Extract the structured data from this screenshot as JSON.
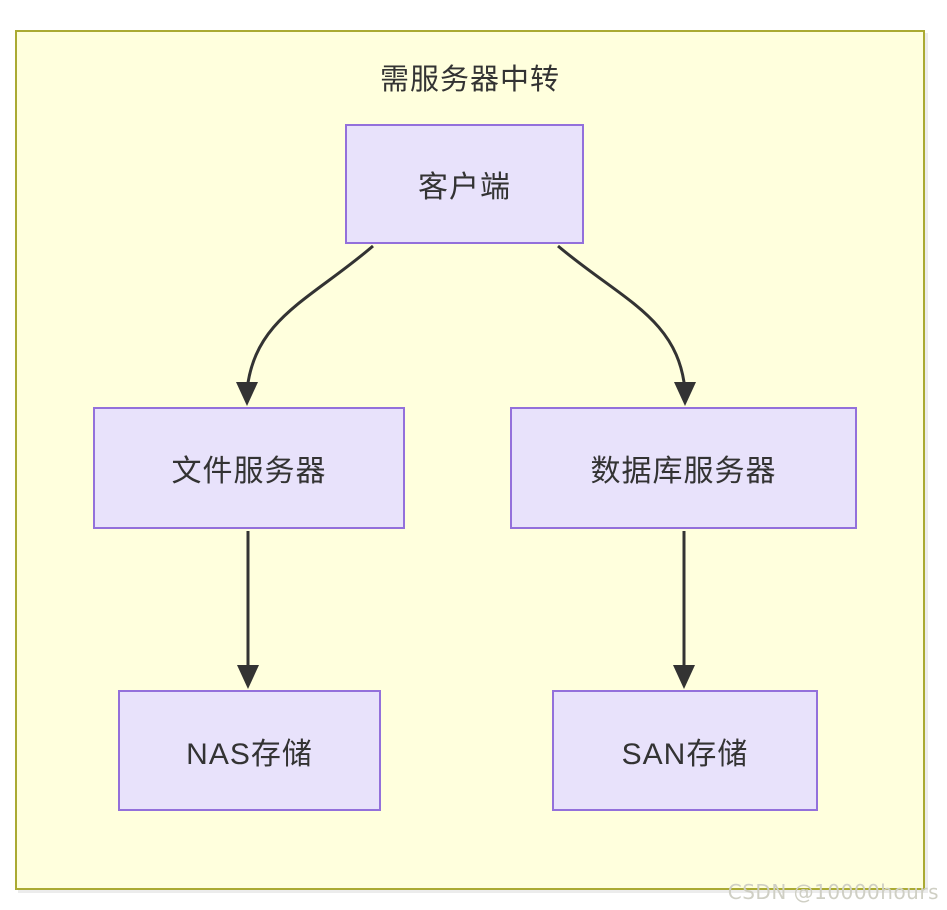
{
  "diagram": {
    "title": "需服务器中转",
    "background": "#ffffdd",
    "frame_border_color": "#aaaa33",
    "node_fill": "#e8e2fb",
    "node_border": "#9370db",
    "edge_color": "#333333",
    "text_color": "#333333",
    "nodes": [
      {
        "id": "client",
        "label": "客户端"
      },
      {
        "id": "fileserv",
        "label": "文件服务器"
      },
      {
        "id": "dbserv",
        "label": "数据库服务器"
      },
      {
        "id": "nas",
        "label": "NAS存储"
      },
      {
        "id": "san",
        "label": "SAN存储"
      }
    ],
    "edges": [
      {
        "from": "client",
        "to": "fileserv",
        "label": "",
        "style": "curved-arrow"
      },
      {
        "from": "client",
        "to": "dbserv",
        "label": "",
        "style": "curved-arrow"
      },
      {
        "from": "fileserv",
        "to": "nas",
        "label": "",
        "style": "straight-arrow"
      },
      {
        "from": "dbserv",
        "to": "san",
        "label": "",
        "style": "straight-arrow"
      }
    ]
  },
  "watermark": {
    "text": "CSDN @10000hours"
  }
}
